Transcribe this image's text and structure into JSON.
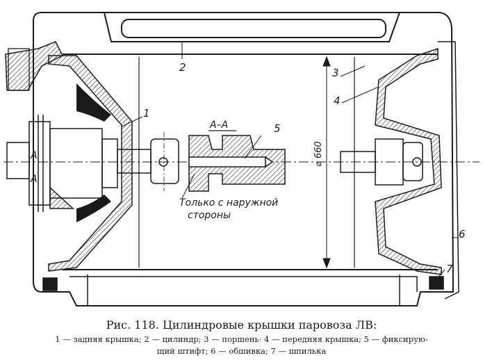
{
  "figure": {
    "labels": {
      "l1": "1",
      "l2": "2",
      "l3": "3",
      "l4": "4",
      "l5": "5",
      "l6": "6",
      "l7": "7",
      "section": "А–А",
      "cut_left_top": "А",
      "cut_left_bottom": "А",
      "diameter": "⌀ 660",
      "note_line1": "Только с наружной",
      "note_line2": "стороны"
    },
    "colors": {
      "ink": "#1a1a1a",
      "paper": "#ffffff",
      "hatch": "#1a1a1a"
    }
  },
  "caption": {
    "title": "Рис. 118. Цилиндровые крышки паровоза ЛВ:",
    "legend_line1": "1 — задняя крышка; 2 — цилиндр; 3 — поршень· 4 — передняя крышка; 5 — фиксирую-",
    "legend_line2": "щий штифт; 6 — обшивка; 7 — шпилька"
  }
}
